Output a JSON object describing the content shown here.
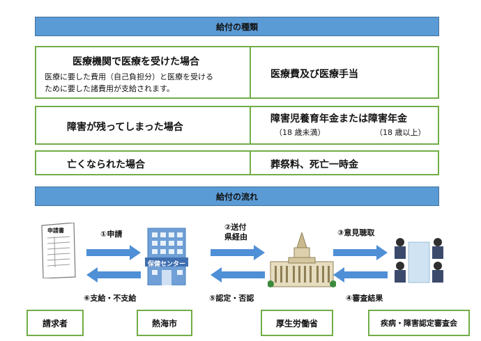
{
  "section_types": {
    "title": "給付の種類"
  },
  "benefits": [
    {
      "case": "医療機関で医療を受けた場合",
      "note_line1": "医療に要した費用（自己負担分）と医療を受ける",
      "note_line2": "ために要した諸費用が支給されます。",
      "benefit": "医療費及び医療手当"
    },
    {
      "case": "障害が残ってしまった場合",
      "benefit": "障害児養育年金または障害年金",
      "sub_left": "（18 歳未満）",
      "sub_right": "（18 歳以上）"
    },
    {
      "case": "亡くなられた場合",
      "benefit": "葬祭料、死亡一時金"
    }
  ],
  "section_flow": {
    "title": "給付の流れ"
  },
  "flow": {
    "step1": "①申請",
    "step2_line1": "②送付",
    "step2_line2": "県経由",
    "step3": "③意見聴取",
    "step4": "④審査結果",
    "step5": "⑤認定・否認",
    "step6": "⑥支給・不支給"
  },
  "illustrations": {
    "form_title": "申請書",
    "health_center_sign": "保健センター"
  },
  "actors": {
    "applicant": "請求者",
    "city": "熱海市",
    "ministry": "厚生労働省",
    "council": "疾病・障害認定審査会"
  },
  "colors": {
    "band": "#5b9bd5",
    "border_green": "#70ad47",
    "arrow_blue": "#4f8fd6"
  }
}
